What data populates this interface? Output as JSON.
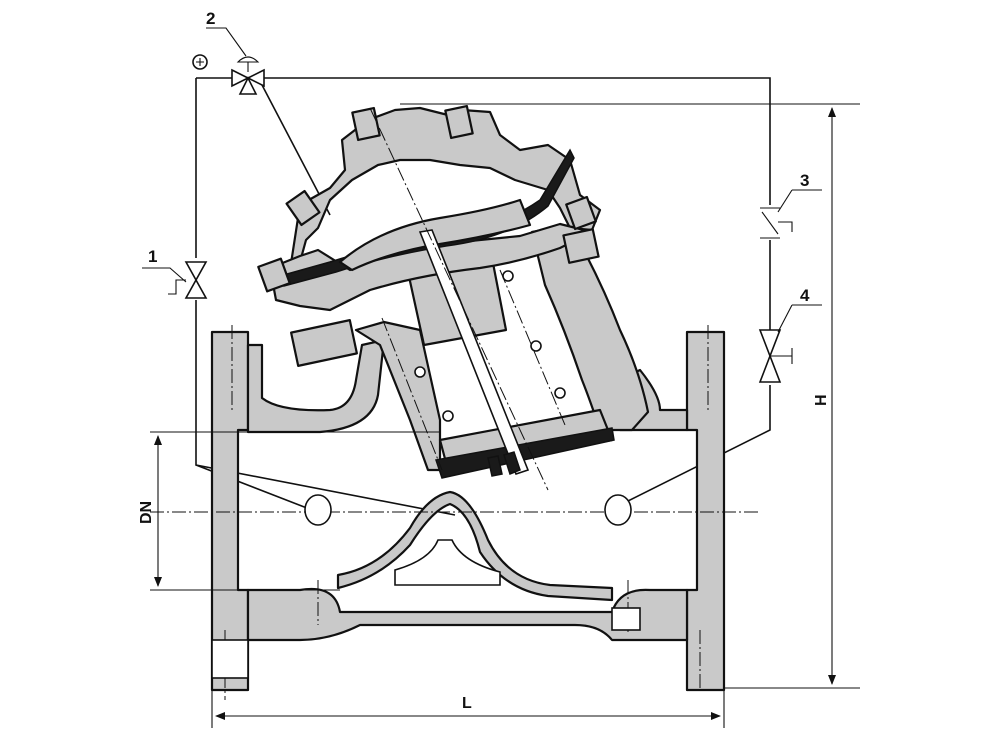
{
  "callouts": {
    "c1": "1",
    "c2": "2",
    "c3": "3",
    "c4": "4"
  },
  "dimensions": {
    "nominal_diameter": "DN",
    "length": "L",
    "height": "H"
  },
  "colors": {
    "metal": "#c9c9c9",
    "line": "#111111",
    "diaphragm": "#1a1a1a"
  }
}
